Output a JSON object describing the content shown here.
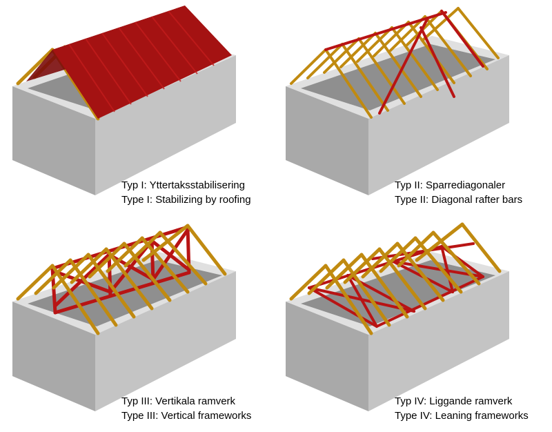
{
  "panels": [
    {
      "label_sv": "Typ I: Yttertaksstabilisering",
      "label_en": "Type I: Stabilizing by roofing"
    },
    {
      "label_sv": "Typ II: Sparrediagonaler",
      "label_en": "Type II: Diagonal rafter bars"
    },
    {
      "label_sv": "Typ III: Vertikala ramverk",
      "label_en": "Type III: Vertical frameworks"
    },
    {
      "label_sv": "Typ IV: Liggande ramverk",
      "label_en": "Type IV: Leaning frameworks"
    }
  ],
  "colors": {
    "wall_front": "#a9a9a9",
    "wall_side": "#c2c2c2",
    "wall_top": "#e0e0e0",
    "wall_inner": "#8f8f8f",
    "rafter": "#c08a10",
    "bracing": "#b81414",
    "roofing": "#a01010"
  }
}
